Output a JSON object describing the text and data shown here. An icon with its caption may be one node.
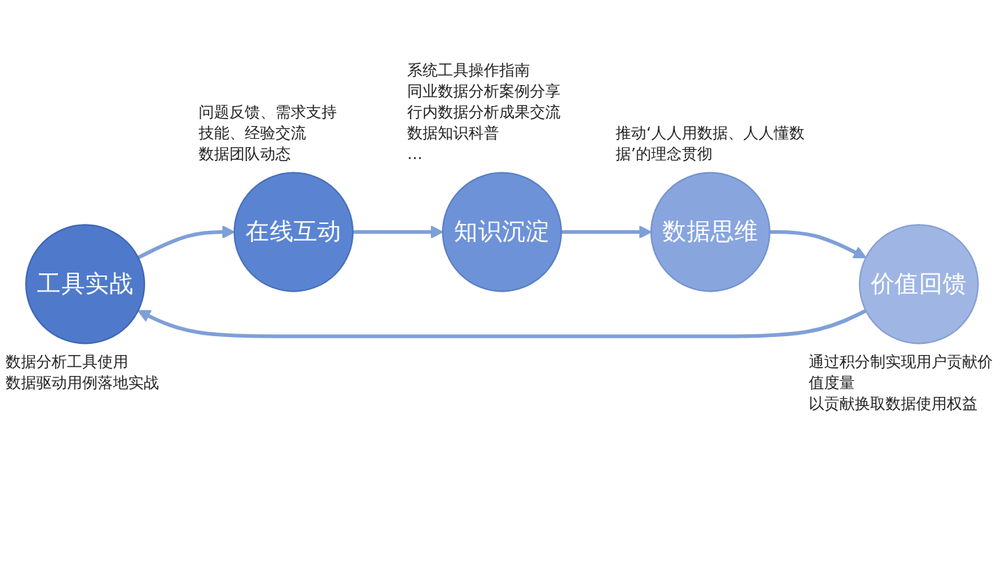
{
  "diagram": {
    "nodes": [
      {
        "text": [
          "工具实战"
        ],
        "beside": [
          "数据分析工具使用",
          "数据驱动用例落地实战"
        ]
      },
      {
        "text": [
          "在线互动"
        ],
        "beside": [
          "问题反馈、需求支持",
          "技能、经验交流",
          "数据团队动态"
        ]
      },
      {
        "text": [
          "知识沉淀"
        ],
        "beside": [
          "系统工具操作指南",
          "同业数据分析案例分享",
          "行内数据分析成果交流",
          "数据知识科普",
          "…"
        ]
      },
      {
        "text": [
          "数据思维"
        ],
        "beside": [
          "推动‘人人用数据、人人懂数据’的理念贯彻"
        ]
      },
      {
        "text": [
          "价值回馈"
        ],
        "beside": [
          "通过积分制实现用户贡献价值度量",
          "以贡献换取数据使用权益"
        ]
      }
    ],
    "edges": [
      {
        "from": 0,
        "to": 1,
        "arrow": "to"
      },
      {
        "from": 1,
        "to": 2,
        "arrow": "to"
      },
      {
        "from": 2,
        "to": 3,
        "arrow": "to"
      },
      {
        "from": 3,
        "to": 4,
        "arrow": "to"
      },
      {
        "from": 4,
        "to": 0,
        "arrow": "to"
      }
    ]
  }
}
